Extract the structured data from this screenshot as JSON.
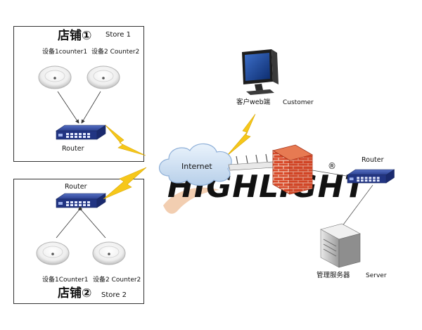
{
  "store1": {
    "title": "店铺①",
    "subtitle": "Store 1",
    "device1_label": "设备1counter1",
    "device2_label": "设备2 Counter2",
    "router_label": "Router"
  },
  "store2": {
    "title": "店铺②",
    "subtitle": "Store 2",
    "device1_label": "设备1Counter1",
    "device2_label": "设备2 Counter2",
    "router_label": "Router"
  },
  "cloud_label": "Internet",
  "customer_label": "客户web端",
  "customer_label_en": "Customer",
  "server_router_label": "Router",
  "server_label": "管理服务器",
  "server_label_en": "Server",
  "watermark": "HIGHLIGHT",
  "watermark_mark": "®",
  "colors": {
    "router_blue": "#2a3f8f",
    "lightning_yellow": "#f6c71a",
    "cloud_blue": "#cfe1f5",
    "firewall_red": "#d84a2a",
    "watermark_blue": "#cdd3ea",
    "watermark_orange": "#f1c9a8"
  },
  "icons": {
    "sensor": "ceiling-sensor-icon",
    "router": "network-switch-icon",
    "cloud": "cloud-icon",
    "monitor": "monitor-icon",
    "firewall": "brick-firewall-icon",
    "server": "server-tower-icon",
    "lightning": "lightning-bolt-icon"
  }
}
